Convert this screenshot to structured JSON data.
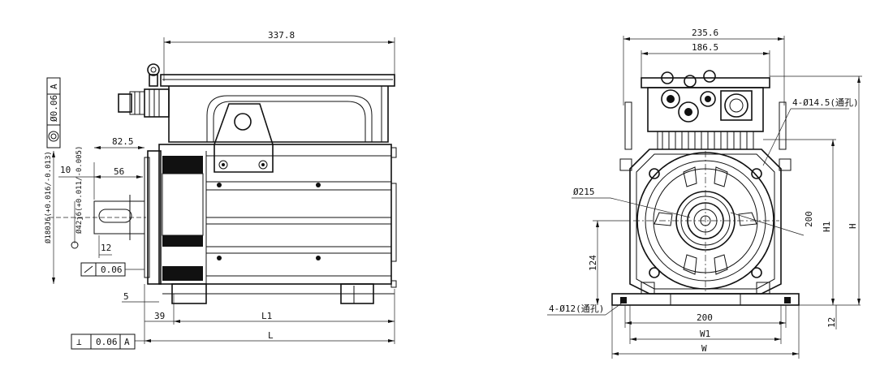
{
  "side_view": {
    "dims": {
      "top_length": "337.8",
      "flange_depth": "82.5",
      "key_offset": "10",
      "key_length": "56",
      "key_width": "12",
      "flange_thk": "5",
      "spigot_len": "39",
      "body_len": "L1",
      "total_len": "L",
      "runout": "0.06"
    },
    "diameter_spigot": "Ø180J6(+0.016/-0.013)",
    "diameter_shaft": "Ø42j6(+0.011/-0.005)",
    "tol_top": {
      "value": "Ø0.06",
      "datum": "A"
    },
    "tol_bottom": {
      "symbol": "⊥",
      "value": "0.06",
      "datum": "A"
    }
  },
  "front_view": {
    "dims": {
      "width_top": "235.6",
      "width_inner": "186.5",
      "hole_label": "4-Ø14.5(通孔)",
      "pcd": "Ø215",
      "center_h": "124",
      "mount_span": "200",
      "h_200": "200",
      "h1": "H1",
      "h": "H",
      "foot_holes": "4-Ø12(通孔)",
      "base_span": "200",
      "w1": "W1",
      "w": "W",
      "foot_thk": "12"
    }
  }
}
